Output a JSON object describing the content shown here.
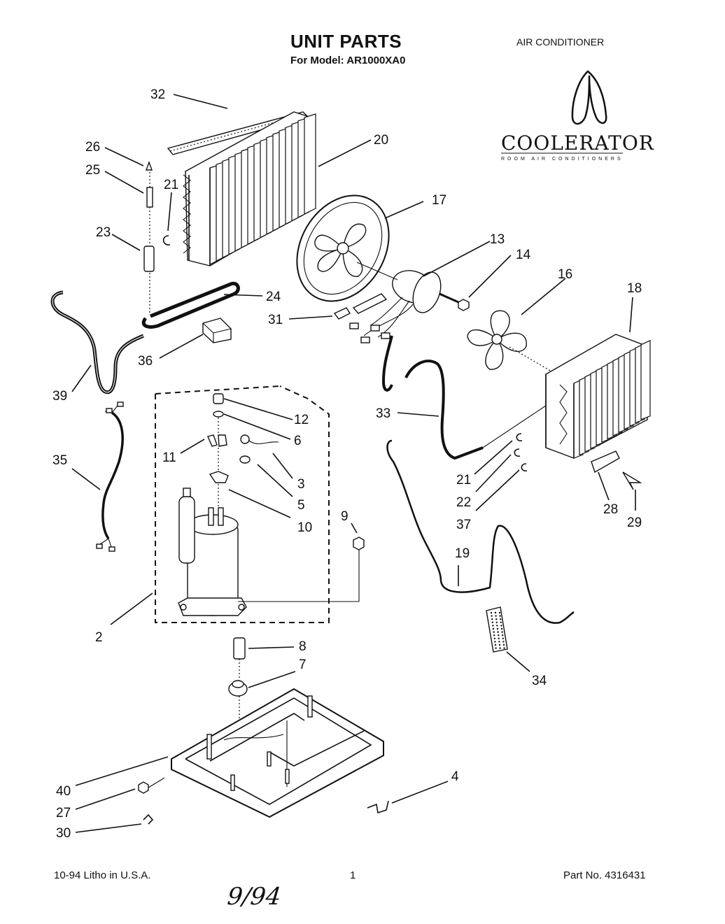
{
  "header": {
    "title": "UNIT PARTS",
    "model": "For Model: AR1000XA0",
    "product": "AIR CONDITIONER"
  },
  "logo": {
    "brand": "COOLERATOR",
    "tagline": "ROOM AIR CONDITIONERS",
    "icon": "penguin-outline-icon"
  },
  "callouts": {
    "c32": "32",
    "c26": "26",
    "c25": "25",
    "c21a": "21",
    "c20": "20",
    "c23": "23",
    "c17": "17",
    "c13": "13",
    "c14": "14",
    "c16": "16",
    "c18": "18",
    "c24": "24",
    "c31": "31",
    "c36": "36",
    "c39": "39",
    "c12": "12",
    "c6": "6",
    "c11": "11",
    "c3": "3",
    "c5": "5",
    "c10": "10",
    "c9": "9",
    "c33": "33",
    "c21b": "21",
    "c22": "22",
    "c37": "37",
    "c28": "28",
    "c29": "29",
    "c35": "35",
    "c19": "19",
    "c2": "2",
    "c8": "8",
    "c7": "7",
    "c34": "34",
    "c4": "4",
    "c40": "40",
    "c27": "27",
    "c30": "30"
  },
  "footer": {
    "date_print": "10-94  Litho in U.S.A.",
    "page_number": "1",
    "part_number": "Part No. 4316431",
    "handwritten_note": "9/94"
  }
}
